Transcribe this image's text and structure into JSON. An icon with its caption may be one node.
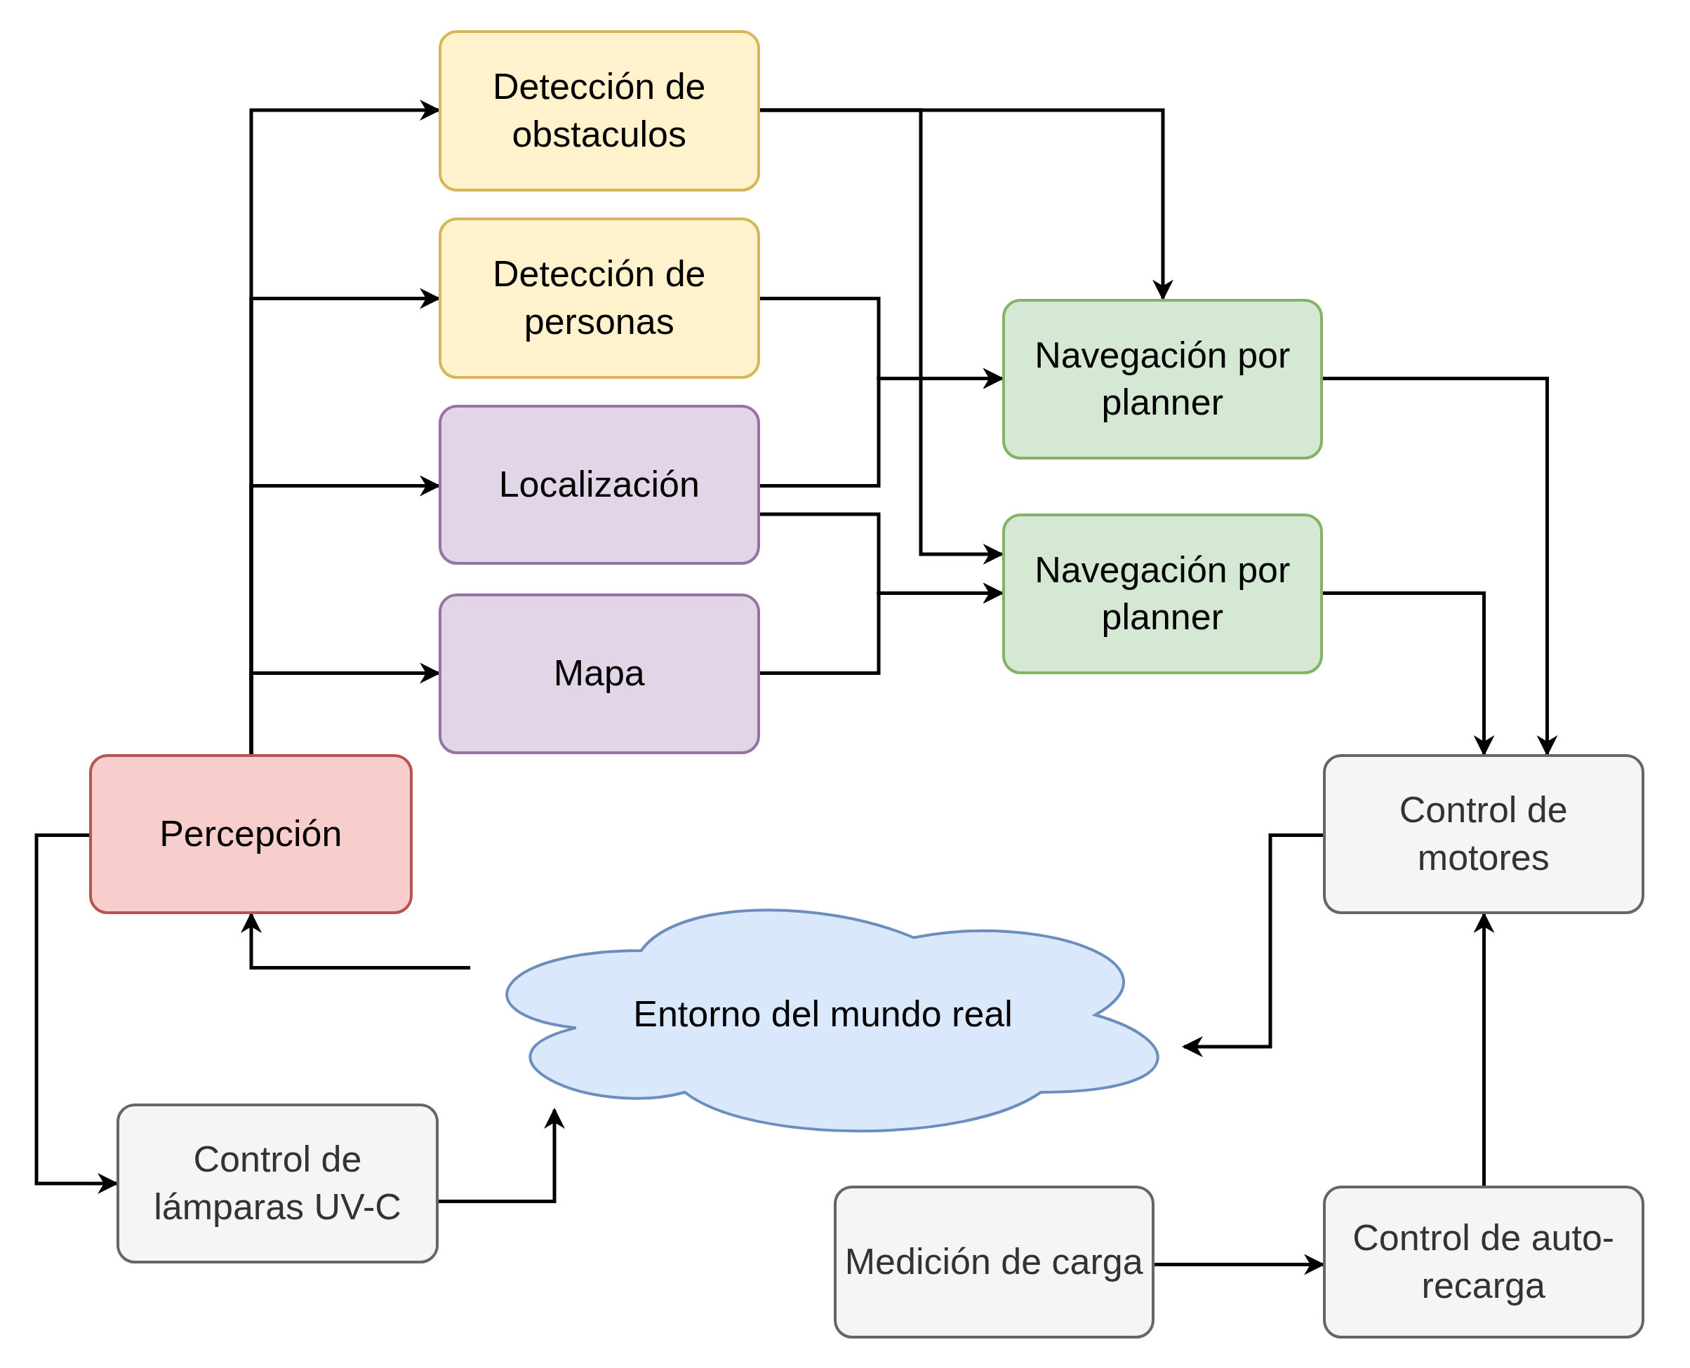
{
  "diagram": {
    "nodes": [
      {
        "text": [
          "Detección de obstaculos"
        ]
      },
      {
        "text": [
          "Detección de personas"
        ]
      },
      {
        "text": [
          "Localización"
        ]
      },
      {
        "text": [
          "Mapa"
        ]
      },
      {
        "text": [
          "Navegación por planner"
        ]
      },
      {
        "text": [
          "Navegación por planner"
        ]
      },
      {
        "text": [
          "Percepción"
        ]
      },
      {
        "text": [
          "Control de motores"
        ]
      },
      {
        "text": [
          "Entorno del mundo real"
        ]
      },
      {
        "text": [
          "Control de lámparas UV-C"
        ]
      },
      {
        "text": [
          "Medición de carga"
        ]
      },
      {
        "text": [
          "Control de auto-recarga"
        ]
      }
    ],
    "edges": [
      {
        "from": 6,
        "to": 0,
        "arrow": "to"
      },
      {
        "from": 6,
        "to": 1,
        "arrow": "to"
      },
      {
        "from": 6,
        "to": 2,
        "arrow": "to"
      },
      {
        "from": 6,
        "to": 3,
        "arrow": "to"
      },
      {
        "from": 0,
        "to": 4,
        "arrow": "to"
      },
      {
        "from": 0,
        "to": 5,
        "arrow": "to"
      },
      {
        "from": 1,
        "to": 4,
        "arrow": "to"
      },
      {
        "from": 2,
        "to": 4,
        "arrow": "to"
      },
      {
        "from": 2,
        "to": 5,
        "arrow": "to"
      },
      {
        "from": 3,
        "to": 5,
        "arrow": "to"
      },
      {
        "from": 4,
        "to": 7,
        "arrow": "to"
      },
      {
        "from": 5,
        "to": 7,
        "arrow": "to"
      },
      {
        "from": 7,
        "to": 8,
        "arrow": "to"
      },
      {
        "from": 8,
        "to": 6,
        "arrow": "to"
      },
      {
        "from": 6,
        "to": 9,
        "arrow": "to"
      },
      {
        "from": 9,
        "to": 8,
        "arrow": "to"
      },
      {
        "from": 10,
        "to": 11,
        "arrow": "to"
      },
      {
        "from": 11,
        "to": 7,
        "arrow": "to"
      }
    ]
  }
}
